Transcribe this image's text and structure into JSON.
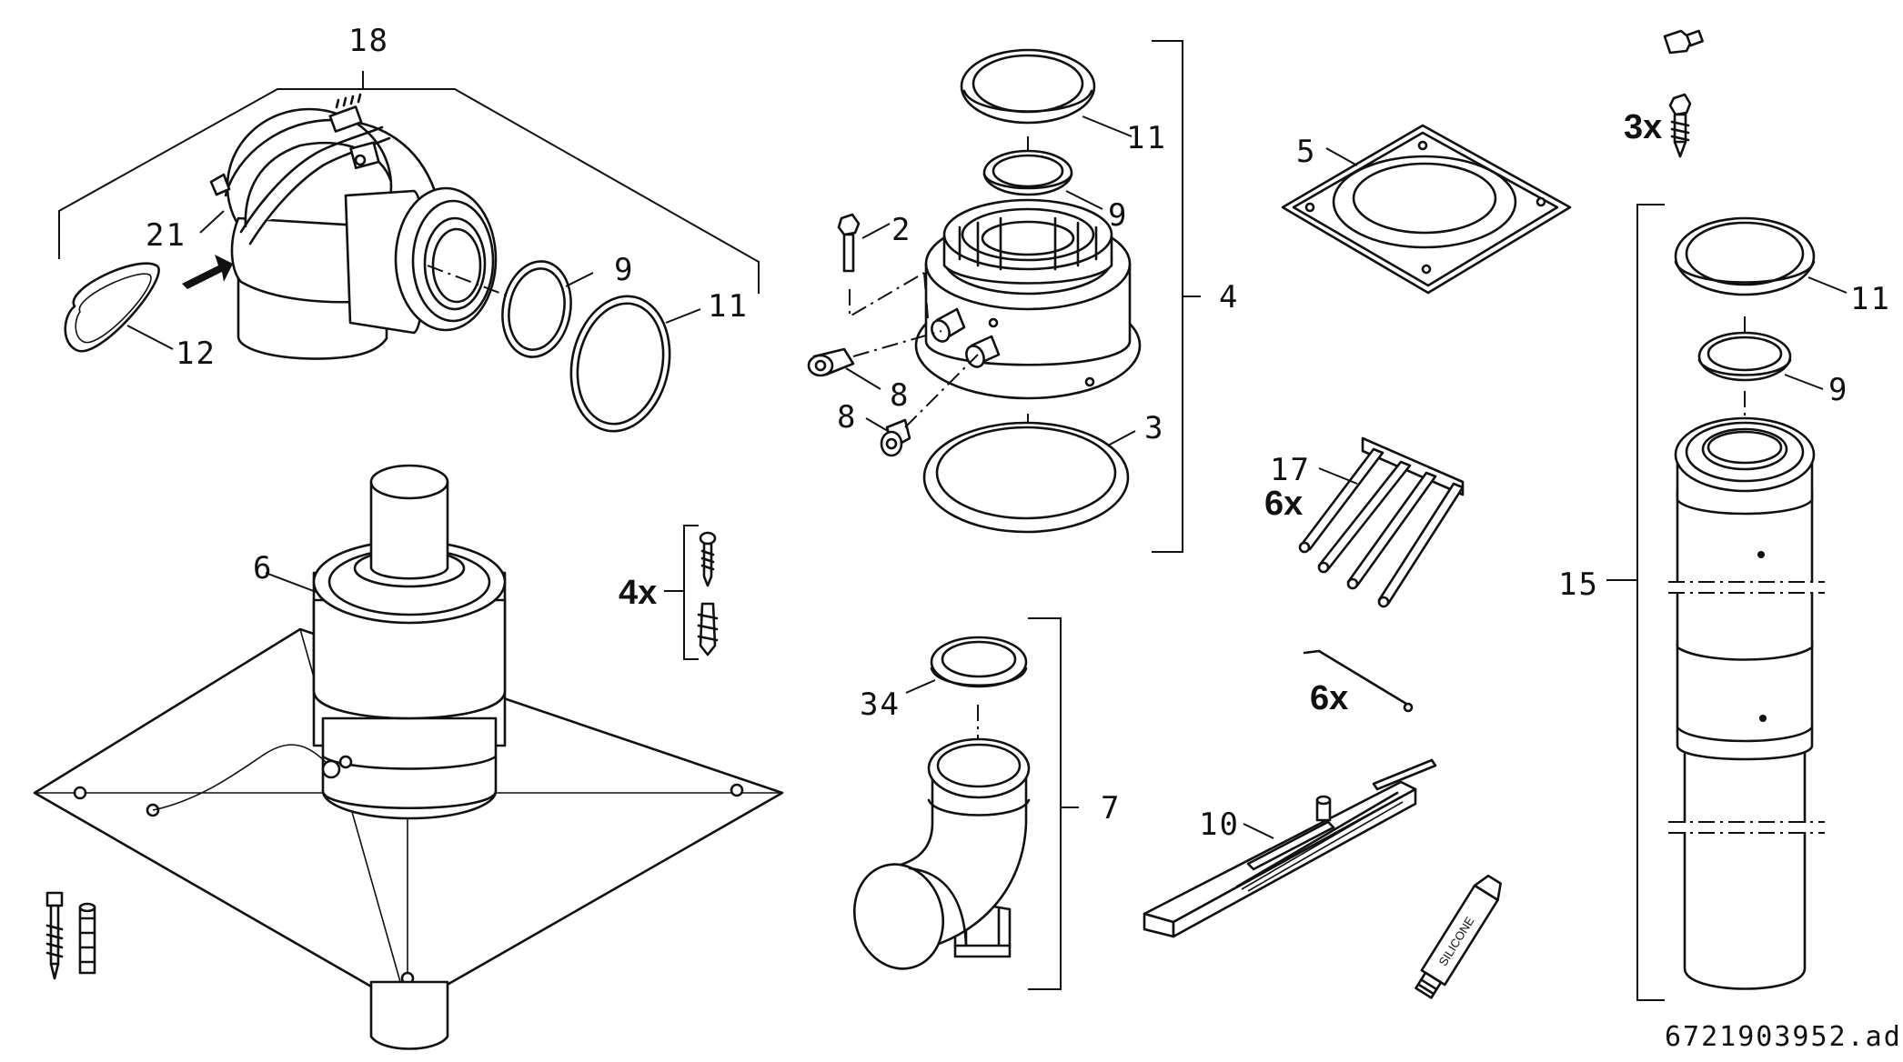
{
  "labels": {
    "l18": "18",
    "l21": "21",
    "l12": "12",
    "l9a": "9",
    "l11a": "11",
    "l6": "6",
    "l4x": "4x",
    "l11b": "11",
    "l9b": "9",
    "l2": "2",
    "l4": "4",
    "l8a": "8",
    "l8b": "8",
    "l3": "3",
    "l34": "34",
    "l7": "7",
    "l5": "5",
    "l17": "17",
    "l6x_a": "6x",
    "l6x_b": "6x",
    "l10": "10",
    "l3x": "3x",
    "l11c": "11",
    "l9c": "9",
    "l15": "15"
  },
  "silicone_text": "SILICONE",
  "drawing_number": "6721903952.ad"
}
